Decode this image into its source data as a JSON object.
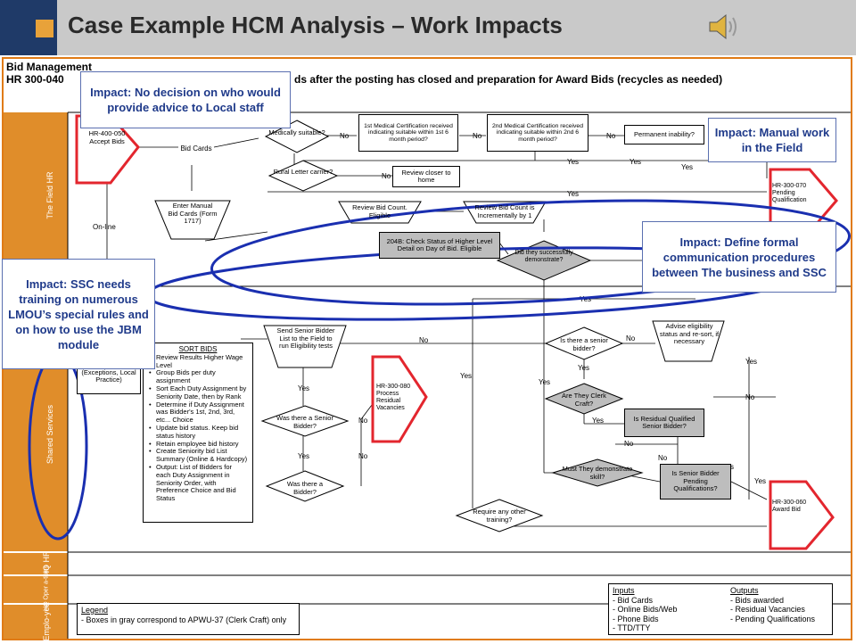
{
  "title": "Case Example HCM Analysis – Work Impacts",
  "process_header": {
    "line1": "Bid Management",
    "line2_left": "HR 300-040",
    "line2_right": "ds after the posting has closed and preparation for Award Bids (recycles as needed)"
  },
  "lanes": {
    "field_hr": "The Field HR",
    "shared_services": "Shared Services",
    "hq_hr": "HQ HR",
    "hq_operations": "HQ Oper a-tions",
    "employee": "Emplo-yee"
  },
  "nodes": {
    "accept_bids": "HR-400-050 Accept Bids",
    "bid_cards": "Bid Cards",
    "online": "On-line",
    "enter_manual": "Enter Manual Bid Cards (Form 1717)",
    "medically": "Medically suitable?",
    "med_cert_1": "1st Medical Certification received indicating suitable within 1st 6 month period?",
    "med_cert_2": "2nd Medical Certification received indicating suitable within 2nd 6 month period?",
    "permanent": "Permanent inability?",
    "rural": "Rural Letter carrier?",
    "review_closer": "Review closer to home",
    "review_count": "Review Bid Count. Eligible",
    "review_incr": "Review Bid Count is Incrementally by 1",
    "check_status": "204B: Check Status of Higher Level Detail on Day of Bid. Eligible",
    "demonstrate": "Did they successfully demonstrate?",
    "pending_qual": "HR-300-070 Pending Qualification",
    "sort_header": "SORT BIDS",
    "sort_items": [
      "Review Results Higher Wage Level",
      "Group Bids per duty assignment",
      "Sort Each Duty Assignment by Seniority Date, then by Rank",
      "Determine if Duty Assignment was Bidder's 1st, 2nd, 3rd, etc... Choice",
      "Update bid status. Keep bid status history",
      "Retain employee bid history",
      "Create Seniority bid List Summary (Online & Hardcopy)",
      "Output: List of Bidders for each Duty Assignment in Seniority Order, with Preference Choice and Bid Status"
    ],
    "local_practice": "(Exceptions, Local Practice)",
    "send_senior": "Send Senior Bidder List to the Field to run Eligibility tests",
    "was_senior": "Was there a Senior Bidder?",
    "was_bidder": "Was there a Bidder?",
    "process_residual": "HR-300-080 Process Residual Vacancies",
    "is_senior": "Is there a senior bidder?",
    "advise": "Advise eligibility status and re-sort, if necessary",
    "clerk_craft": "Are They Clerk Craft?",
    "residual_qualified": "Is Residual Qualified Senior Bidder?",
    "must_demo": "Must They demonstrate skill?",
    "senior_pending": "Is Senior Bidder Pending Qualifications?",
    "require_training": "Require any other training?",
    "award_bid": "HR-300-060 Award Bid"
  },
  "edge_labels": {
    "no": "No",
    "yes": "Yes"
  },
  "impacts": {
    "no_decision": "Impact:  No decision on who would provide advice to Local staff",
    "manual_work": "Impact:  Manual work in the Field",
    "communication": "Impact: Define formal communication procedures between The business and SSC",
    "ssc_training": "Impact: SSC needs training on numerous LMOU’s special rules and on how to use the JBM module"
  },
  "legend": {
    "title": "Legend",
    "text": "- Boxes in gray correspond to APWU-37 (Clerk Craft) only"
  },
  "inputs": {
    "title": "Inputs",
    "items": [
      "- Bid Cards",
      "- Online Bids/Web",
      "- Phone Bids",
      "- TTD/TTY"
    ]
  },
  "outputs": {
    "title": "Outputs",
    "items": [
      "- Bids awarded",
      "- Residual Vacancies",
      "- Pending Qualifications"
    ]
  },
  "colors": {
    "title_accent": "#1f3a68",
    "title_square": "#e8a23a",
    "lane_orange": "#e08d2a",
    "impact_blue": "#1f3a8a",
    "ellipse_blue": "#1a2fb0",
    "flag_red": "#e3262e"
  }
}
